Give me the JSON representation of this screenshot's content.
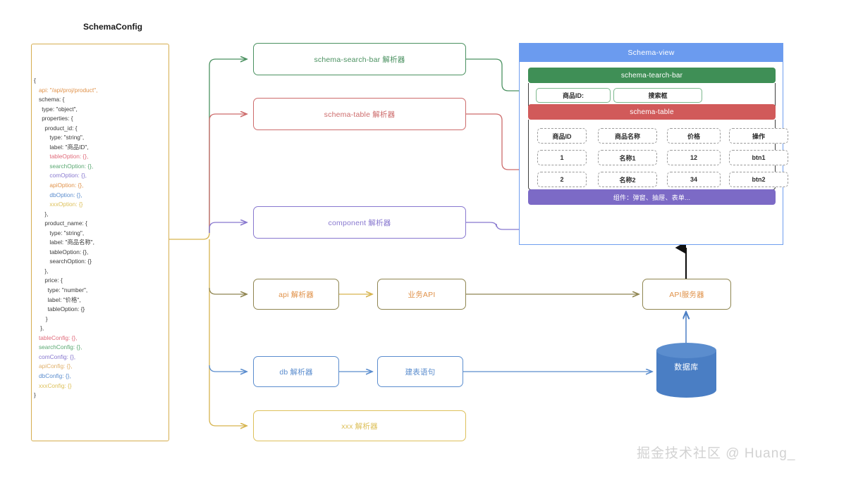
{
  "panel": {
    "title": "SchemaConfig",
    "code_lines": [
      {
        "text": "{",
        "color": "#3b3b3b",
        "indent": 0
      },
      {
        "text": "api: \"/api/proj/product\",",
        "color": "#e0924a",
        "indent": 1
      },
      {
        "text": "schema: {",
        "color": "#3b3b3b",
        "indent": 1
      },
      {
        "text": "type: \"object\",",
        "color": "#3b3b3b",
        "indent": 1.6
      },
      {
        "text": "properties: {",
        "color": "#3b3b3b",
        "indent": 1.6
      },
      {
        "text": "product_id: {",
        "color": "#3b3b3b",
        "indent": 2.2
      },
      {
        "text": "type: \"string\",",
        "color": "#3b3b3b",
        "indent": 3.2
      },
      {
        "text": "label: \"商品ID\",",
        "color": "#3b3b3b",
        "indent": 3.2
      },
      {
        "text": "tableOption: {},",
        "color": "#e06a7a",
        "indent": 3.2
      },
      {
        "text": "searchOption: {},",
        "color": "#5aa872",
        "indent": 3.2
      },
      {
        "text": "comOption: {},",
        "color": "#8878cf",
        "indent": 3.2
      },
      {
        "text": "apiOption: {},",
        "color": "#e0924a",
        "indent": 3.2
      },
      {
        "text": "dbOption: {},",
        "color": "#5b8dce",
        "indent": 3.2
      },
      {
        "text": "xxxOption: {}",
        "color": "#ddc05a",
        "indent": 3.2
      },
      {
        "text": "},",
        "color": "#3b3b3b",
        "indent": 2.2
      },
      {
        "text": "product_name: {",
        "color": "#3b3b3b",
        "indent": 2.2
      },
      {
        "text": "type: \"string\",",
        "color": "#3b3b3b",
        "indent": 3.2
      },
      {
        "text": "label: \"商品名称\",",
        "color": "#3b3b3b",
        "indent": 3.2
      },
      {
        "text": "tableOption: {},",
        "color": "#3b3b3b",
        "indent": 3.2
      },
      {
        "text": "searchOption: {}",
        "color": "#3b3b3b",
        "indent": 3.2
      },
      {
        "text": "},",
        "color": "#3b3b3b",
        "indent": 2.2
      },
      {
        "text": "price: {",
        "color": "#3b3b3b",
        "indent": 2.2
      },
      {
        "text": "type: \"number\",",
        "color": "#3b3b3b",
        "indent": 2.8
      },
      {
        "text": "label: \"价格\",",
        "color": "#3b3b3b",
        "indent": 2.8
      },
      {
        "text": "tableOption: {}",
        "color": "#3b3b3b",
        "indent": 2.8
      },
      {
        "text": "}",
        "color": "#3b3b3b",
        "indent": 2.4
      },
      {
        "text": "},",
        "color": "#3b3b3b",
        "indent": 1.3
      },
      {
        "text": "tableConfig: {},",
        "color": "#e06a7a",
        "indent": 1
      },
      {
        "text": "searchConfig: {},",
        "color": "#5aa872",
        "indent": 1
      },
      {
        "text": "comConfig: {},",
        "color": "#8878cf",
        "indent": 1
      },
      {
        "text": "apiConfig: {},",
        "color": "#e0b06a",
        "indent": 1
      },
      {
        "text": "dbConfig: {},",
        "color": "#5b8dce",
        "indent": 1
      },
      {
        "text": "xxxConfig: {}",
        "color": "#ddc05a",
        "indent": 1
      },
      {
        "text": "}",
        "color": "#3b3b3b",
        "indent": 0
      }
    ]
  },
  "parsers": [
    {
      "label": "schema-search-bar 解析器",
      "color": "#4a9160",
      "text_color": "#4a9160"
    },
    {
      "label": "schema-table 解析器",
      "color": "#cd6b6b",
      "text_color": "#cd6b6b"
    },
    {
      "label": "component 解析器",
      "color": "#8878cf",
      "text_color": "#8878cf"
    },
    {
      "label": "api 解析器",
      "color": "#8f8550",
      "text_color": "#e0924a"
    },
    {
      "label": "db 解析器",
      "color": "#5b8dce",
      "text_color": "#5b8dce"
    },
    {
      "label": "xxx 解析器",
      "color": "#ddc05a",
      "text_color": "#ddc05a"
    }
  ],
  "mid_nodes": [
    {
      "label": "业务API",
      "color": "#8f8550",
      "text_color": "#e0924a"
    },
    {
      "label": "建表语句",
      "color": "#5b8dce",
      "text_color": "#5b8dce"
    }
  ],
  "api_server": {
    "label": "API服务器",
    "color": "#8f8550",
    "text_color": "#e0924a"
  },
  "database": {
    "label": "数据库",
    "color": "#4a7ec4"
  },
  "schema_view": {
    "title": "Schema-view",
    "header_color": "#6b9bef",
    "search_section": {
      "bar_label": "schema-tearch-bar",
      "bar_color": "#3f8f56",
      "fields": [
        {
          "label": "商品ID:"
        },
        {
          "label": "搜索框"
        }
      ]
    },
    "table_section": {
      "bar_label": "schema-table",
      "bar_color": "#d15a5a",
      "columns": [
        "商品ID",
        "商品名称",
        "价格",
        "操作"
      ],
      "rows": [
        [
          "1",
          "名称1",
          "12",
          "btn1"
        ],
        [
          "2",
          "名称2",
          "34",
          "btn2"
        ]
      ]
    },
    "component_bar": {
      "label": "组件：弹窗、抽屉、表单...",
      "color": "#7c6ac6"
    }
  },
  "watermark": "掘金技术社区 @ Huang_"
}
